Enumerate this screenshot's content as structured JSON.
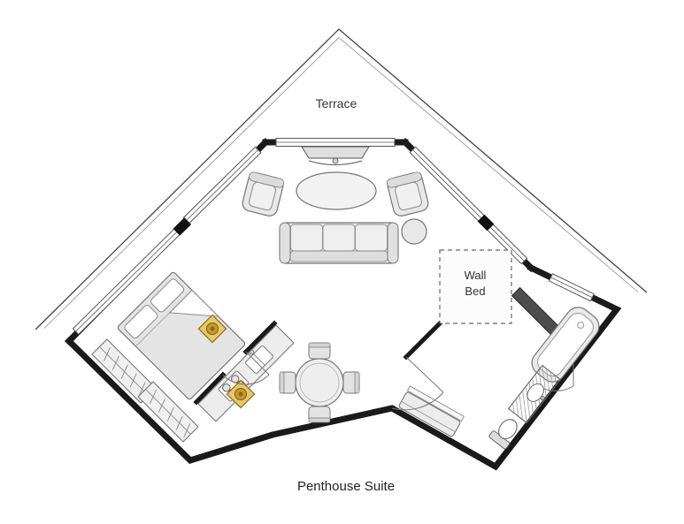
{
  "title": "Penthouse Suite",
  "labels": {
    "terrace": "Terrace",
    "wall_bed_line1": "Wall",
    "wall_bed_line2": "Bed"
  },
  "colors": {
    "wall": "#1a1a1a",
    "furniture_fill": "#e8e8e8",
    "furniture_stroke": "#777777",
    "gold_accent": "#c9992c",
    "gray_wall": "#4d4d4d",
    "background": "#ffffff"
  },
  "furniture_semantics": [
    "terrace",
    "tv",
    "sofa",
    "coffee-table",
    "armchair-left",
    "armchair-right",
    "side-table",
    "wall-bed",
    "bed",
    "pillows",
    "wardrobe-1",
    "wardrobe-2",
    "kitchen-counter",
    "kitchen-sink",
    "stove",
    "gold-side-table-1",
    "gold-side-table-2",
    "dining-table",
    "dining-chairs",
    "entry-bench",
    "bathtub",
    "vanity-sink",
    "toilet"
  ]
}
